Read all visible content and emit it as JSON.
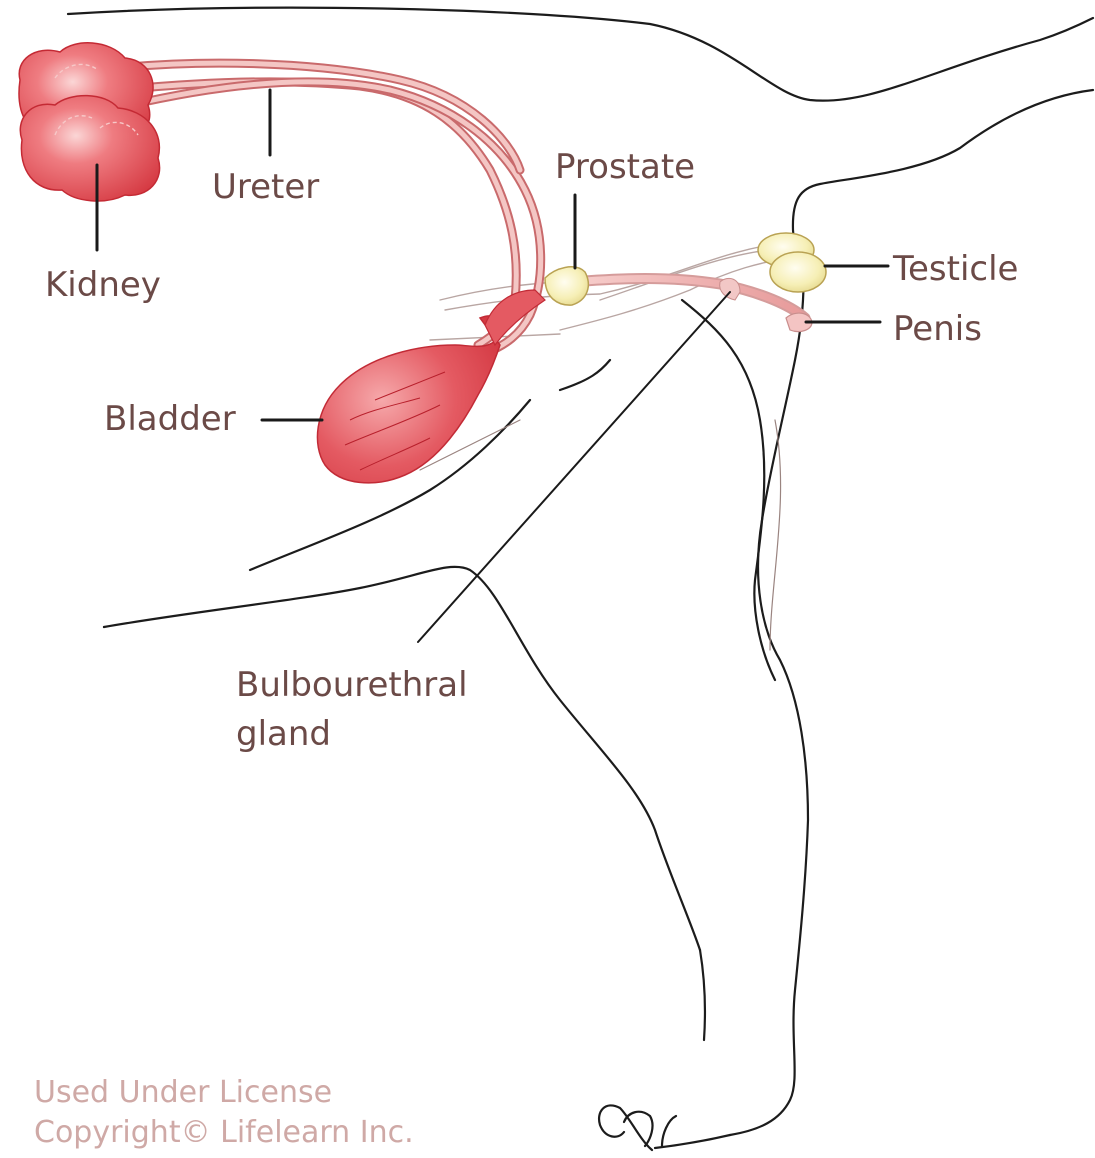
{
  "labels": {
    "kidney": "Kidney",
    "ureter": "Ureter",
    "prostate": "Prostate",
    "testicle": "Testicle",
    "penis": "Penis",
    "bladder": "Bladder",
    "bulbourethral_line1": "Bulbourethral",
    "bulbourethral_line2": "gland"
  },
  "watermark": {
    "line1": "Used Under License",
    "line2": "Copyright© Lifelearn Inc."
  },
  "colors": {
    "label_text": "#6b4a47",
    "watermark_text": "#cfa9a6",
    "organ_red": "#e04c55",
    "organ_pink": "#f2b6b5",
    "gland_yellow": "#f4ecaa",
    "outline": "#1c1c1c"
  },
  "icons": {
    "body": "dog-body-outline",
    "kidney": "kidney-organ",
    "bladder": "bladder-organ",
    "prostate": "prostate-gland",
    "testicle": "testicle-organ",
    "penis": "penis-organ"
  }
}
